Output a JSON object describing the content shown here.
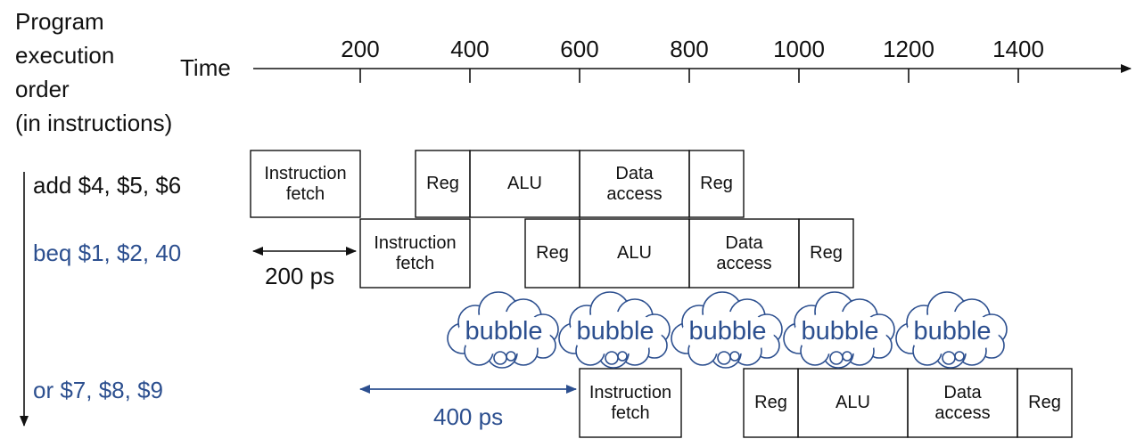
{
  "y_axis_label": [
    "Program",
    "execution",
    "order",
    "(in instructions)"
  ],
  "time_label": "Time",
  "ticks": [
    "200",
    "400",
    "600",
    "800",
    "1000",
    "1200",
    "1400"
  ],
  "instructions": [
    {
      "text": "add $4, $5, $6",
      "color": "#111111"
    },
    {
      "text": "beq $1, $2, 40",
      "color": "#2c4f8f"
    },
    {
      "text": "or $7, $8, $9",
      "color": "#2c4f8f"
    }
  ],
  "stages": {
    "fetch": [
      "Instruction",
      "fetch"
    ],
    "reg": "Reg",
    "alu": "ALU",
    "data": [
      "Data",
      "access"
    ]
  },
  "bubble_text": "bubble",
  "gap_200": "200 ps",
  "gap_400": "400 ps",
  "colors": {
    "blue": "#2c4f8f",
    "black": "#111111"
  }
}
